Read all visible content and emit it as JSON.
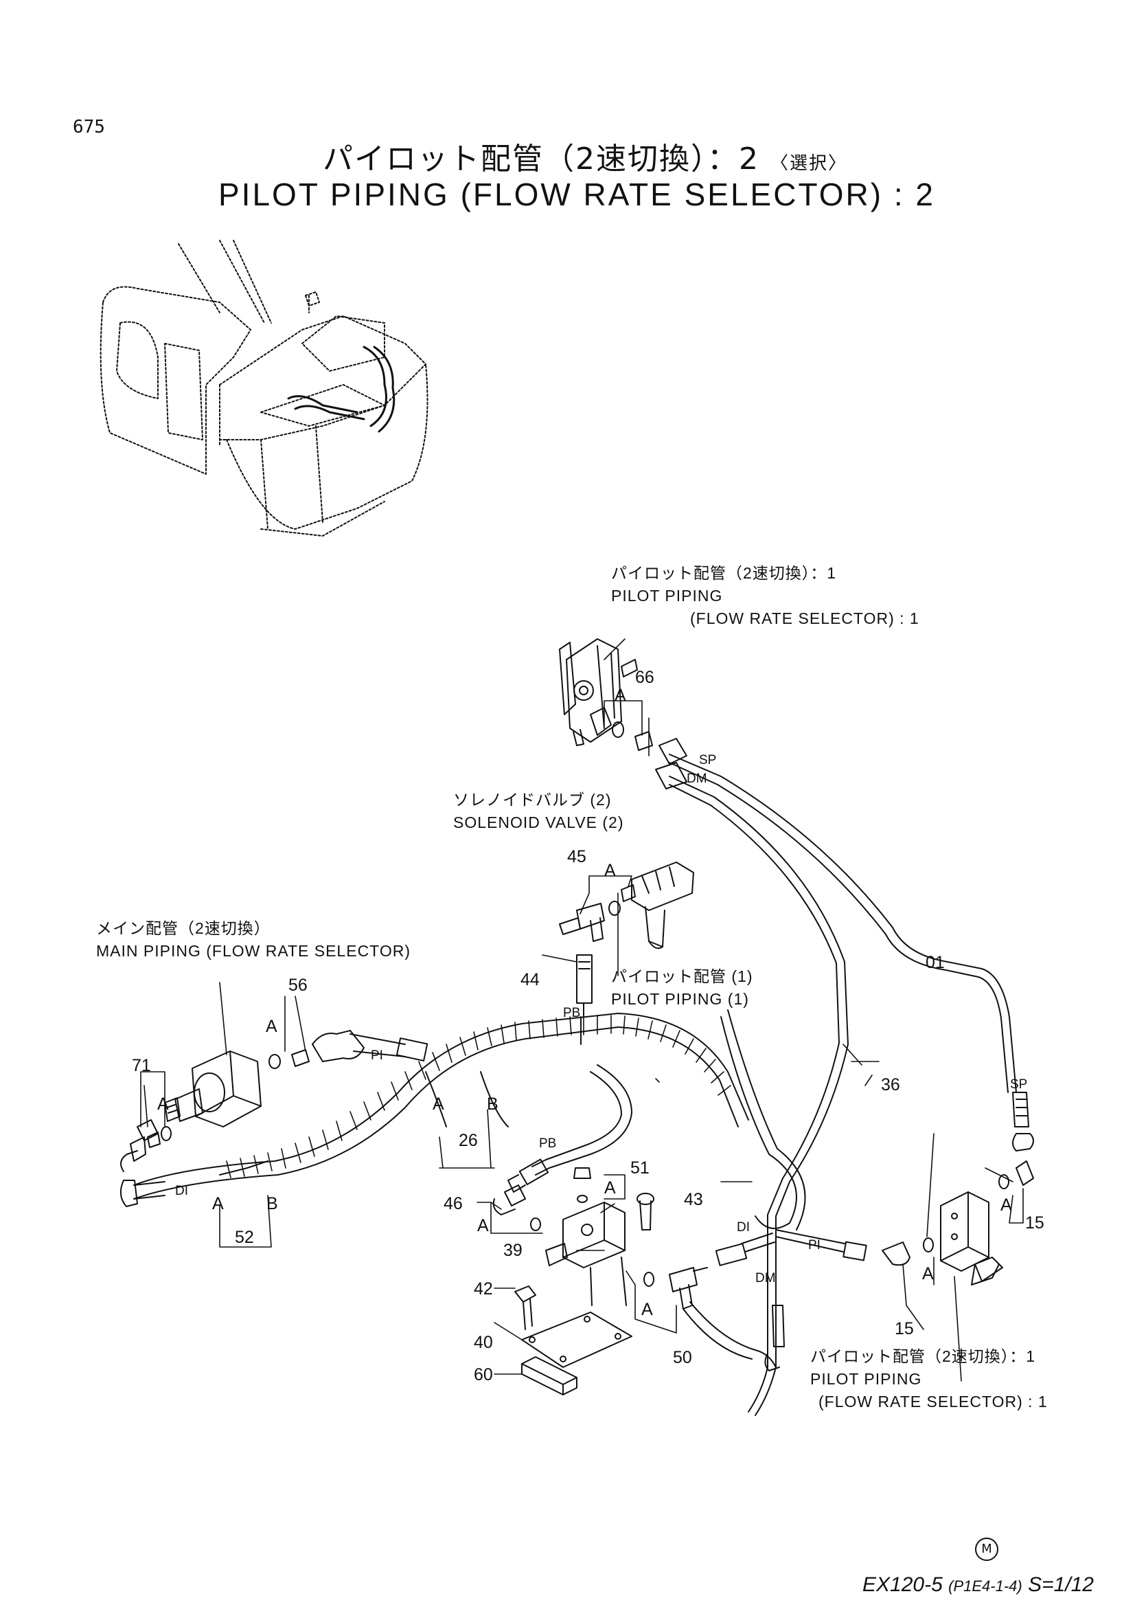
{
  "page_number": "675",
  "title": {
    "jp": "パイロット配管（2速切換）：2",
    "jp_suffix": "〈選択〉",
    "en": "PILOT PIPING (FLOW RATE SELECTOR) : 2"
  },
  "callouts": {
    "pilot_piping_top": [
      "パイロット配管（2速切換）：1",
      "PILOT PIPING",
      "(FLOW RATE SELECTOR) : 1"
    ],
    "solenoid_valve": [
      "ソレノイドバルブ  (2)",
      "SOLENOID VALVE (2)"
    ],
    "main_piping": [
      "メイン配管（2速切換）",
      "MAIN PIPING (FLOW RATE SELECTOR)"
    ],
    "pilot_piping_one": [
      "パイロット配管  (1)",
      "PILOT PIPING (1)"
    ],
    "pilot_piping_bottom": [
      "パイロット配管（2速切換）：1",
      "PILOT PIPING",
      "(FLOW RATE SELECTOR) : 1"
    ]
  },
  "part_numbers": {
    "p66": "66",
    "p45": "45",
    "p44": "44",
    "p01": "01",
    "p56": "56",
    "p71": "71",
    "p36": "36",
    "p26": "26",
    "p52": "52",
    "p51": "51",
    "p43": "43",
    "p46": "46",
    "p39": "39",
    "p42": "42",
    "p40": "40",
    "p60": "60",
    "p50": "50",
    "p15a": "15",
    "p15b": "15"
  },
  "port_labels": {
    "sp1": "SP",
    "dm1": "DM",
    "pb1": "PB",
    "pi1": "PI",
    "pb2": "PB",
    "di1": "DI",
    "sp2": "SP",
    "di2": "DI",
    "pi2": "PI",
    "dm2": "DM"
  },
  "detail_letters": {
    "a1": "A",
    "a2": "A",
    "a3": "A",
    "a4": "A",
    "a5": "A",
    "a6": "A",
    "a7": "A",
    "a8": "A",
    "a9": "A",
    "a10": "A",
    "a11": "A",
    "a12": "A",
    "b1": "B",
    "b2": "B"
  },
  "footer": {
    "model": "EX120-5",
    "code": "(P1E4-1-4)",
    "scale": "S=1/12",
    "mark": "M"
  }
}
